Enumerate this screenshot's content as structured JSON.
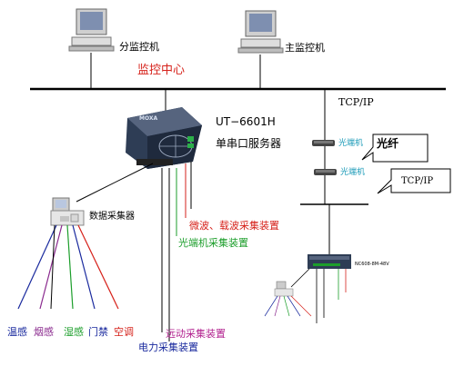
{
  "labels": {
    "sub_monitor": "分监控机",
    "main_monitor": "主监控机",
    "monitor_center": "监控中心",
    "tcpip_top": "TCP/IP",
    "model": "UT−6601H",
    "model_desc": "单串口服务器",
    "converter_1": "光端机",
    "fiber": "光纤",
    "converter_2": "光端机",
    "tcpip_callout": "TCP/IP",
    "data_collector": "数据采集器",
    "microwave": "微波、载波采集装置",
    "optical_collector": "光端机采集装置",
    "remote_collector": "远动采集装置",
    "power_collector": "电力采集装置",
    "sensors": [
      "温感",
      "烟感",
      "湿感",
      "门禁",
      "空调"
    ],
    "small_device_model": "NC608-8M-48V",
    "server_brand": "MOXA"
  },
  "colors": {
    "sensor_colors": [
      "#1a2a9e",
      "#8a2a8e",
      "#1c9e2b",
      "#1a2a9e",
      "#d6221b"
    ],
    "sensor_line_colors": [
      "#1a2a9e",
      "#8a2a8e",
      "#1c9e2b",
      "#1a2a9e",
      "#d6221b"
    ]
  }
}
